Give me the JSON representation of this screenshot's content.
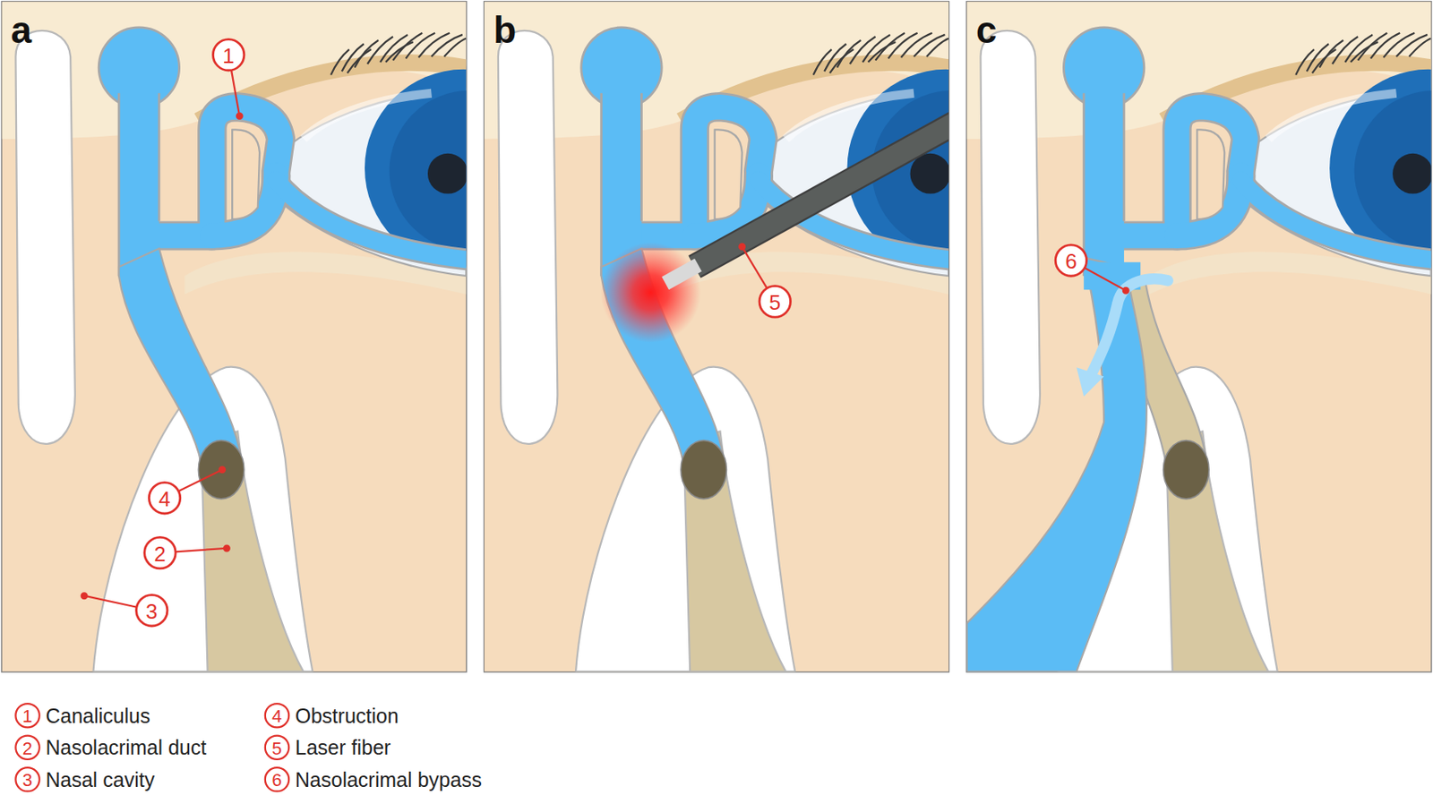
{
  "diagram": {
    "labels": [
      "a",
      "1",
      "4",
      "2",
      "3",
      "b",
      "5",
      "c",
      "6",
      "1",
      "2",
      "3",
      "4",
      "5",
      "6"
    ],
    "legend": [
      {
        "text": "Canaliculus"
      },
      {
        "text": "Nasolacrimal duct"
      },
      {
        "text": "Nasal cavity"
      },
      {
        "text": "Obstruction"
      },
      {
        "text": "Laser fiber"
      },
      {
        "text": "Nasolacrimal bypass"
      }
    ]
  }
}
